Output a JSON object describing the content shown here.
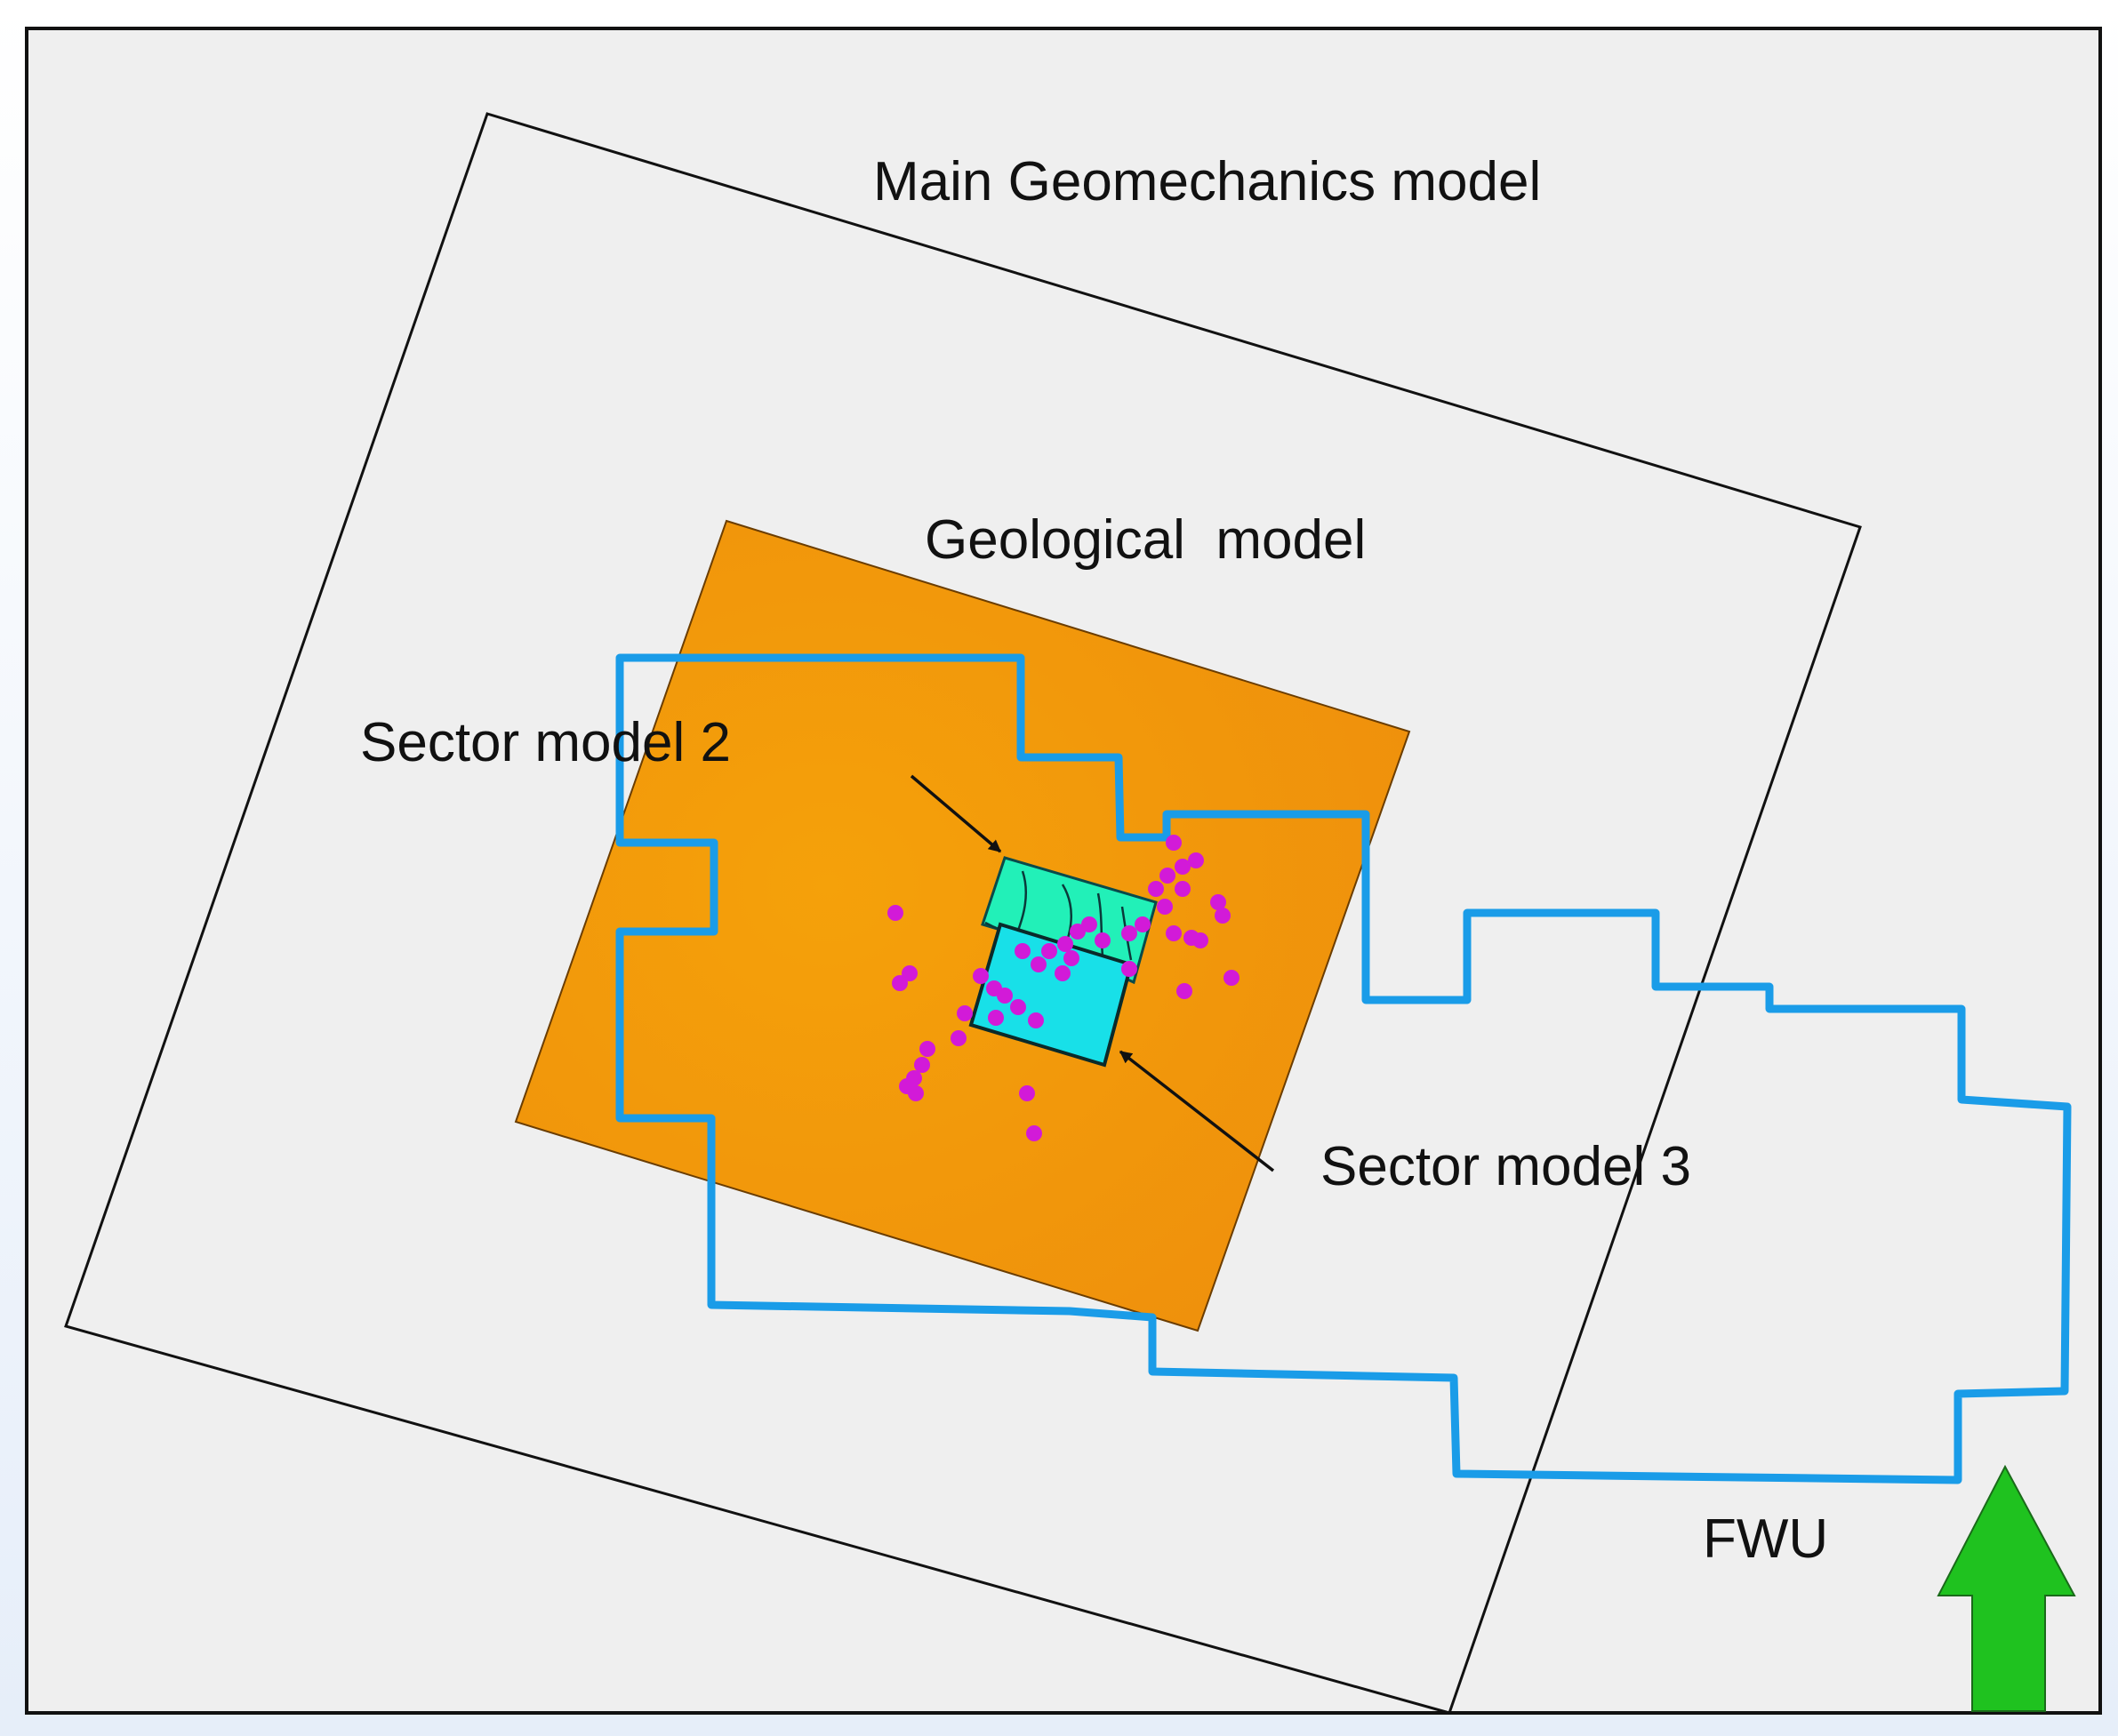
{
  "labels": {
    "main_geomechanics": "Main Geomechanics model",
    "geological": "Geological  model",
    "sector2": "Sector model 2",
    "sector3": "Sector model 3",
    "fwu": "FWU"
  },
  "colors": {
    "frame_background": "#efefef",
    "page_gradient_edge": "#e6eef9",
    "frame_border": "#111111",
    "geological_fill": "#f3920a",
    "fwu_outline": "#1a9ce8",
    "sector_cyan": "#18e0e8",
    "sector_green": "#22f0b8",
    "well_points": "#d21ad8",
    "north_arrow": "#1fc21f"
  },
  "icons": {
    "north_arrow": "north-arrow-icon"
  }
}
